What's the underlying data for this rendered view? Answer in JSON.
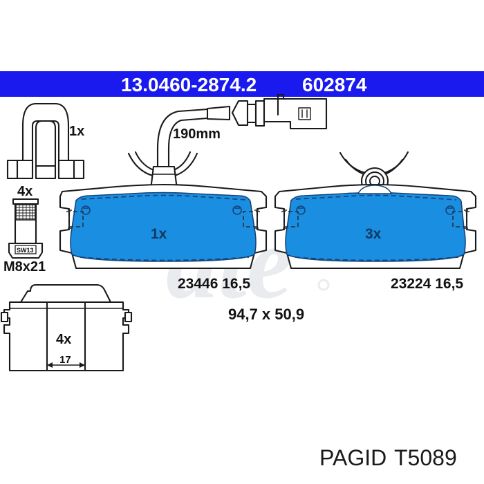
{
  "document": {
    "type": "brake-pad-set-technical-diagram",
    "background_color": "#ffffff"
  },
  "header": {
    "background_color": "#1a1aef",
    "text_color": "#ffffff",
    "part_number": "13.0460-2874.2",
    "reference_number": "602874"
  },
  "watermark": {
    "brand": "ate",
    "color": "#e9ebee"
  },
  "components": {
    "retaining_clip": {
      "name": "retaining-clip",
      "quantity_label": "1x"
    },
    "bolt": {
      "name": "guide-bolt",
      "quantity_label": "4x",
      "size_label": "M8x21",
      "head_marking": "SW13"
    },
    "shim": {
      "name": "damping-shim",
      "quantity_label": "4x",
      "dimension_label": "17"
    },
    "wear_sensor": {
      "name": "wear-sensor",
      "length_label": "190mm"
    },
    "pad_left": {
      "name": "brake-pad-with-sensor",
      "quantity_label": "1x",
      "code_label": "23446 16,5"
    },
    "pad_right": {
      "name": "brake-pad-plain",
      "quantity_label": "3x",
      "code_label": "23224 16,5"
    }
  },
  "dimensions": {
    "pad_size_label": "94,7 x 50,9"
  },
  "footer": {
    "brand": "PAGID",
    "part_code": "T5089"
  },
  "colors": {
    "pad_fill": "#1a8ee0",
    "pad_fill_dark": "#0f7ccc",
    "banner_blue": "#1a1aef",
    "ink": "#1a1a1a"
  }
}
